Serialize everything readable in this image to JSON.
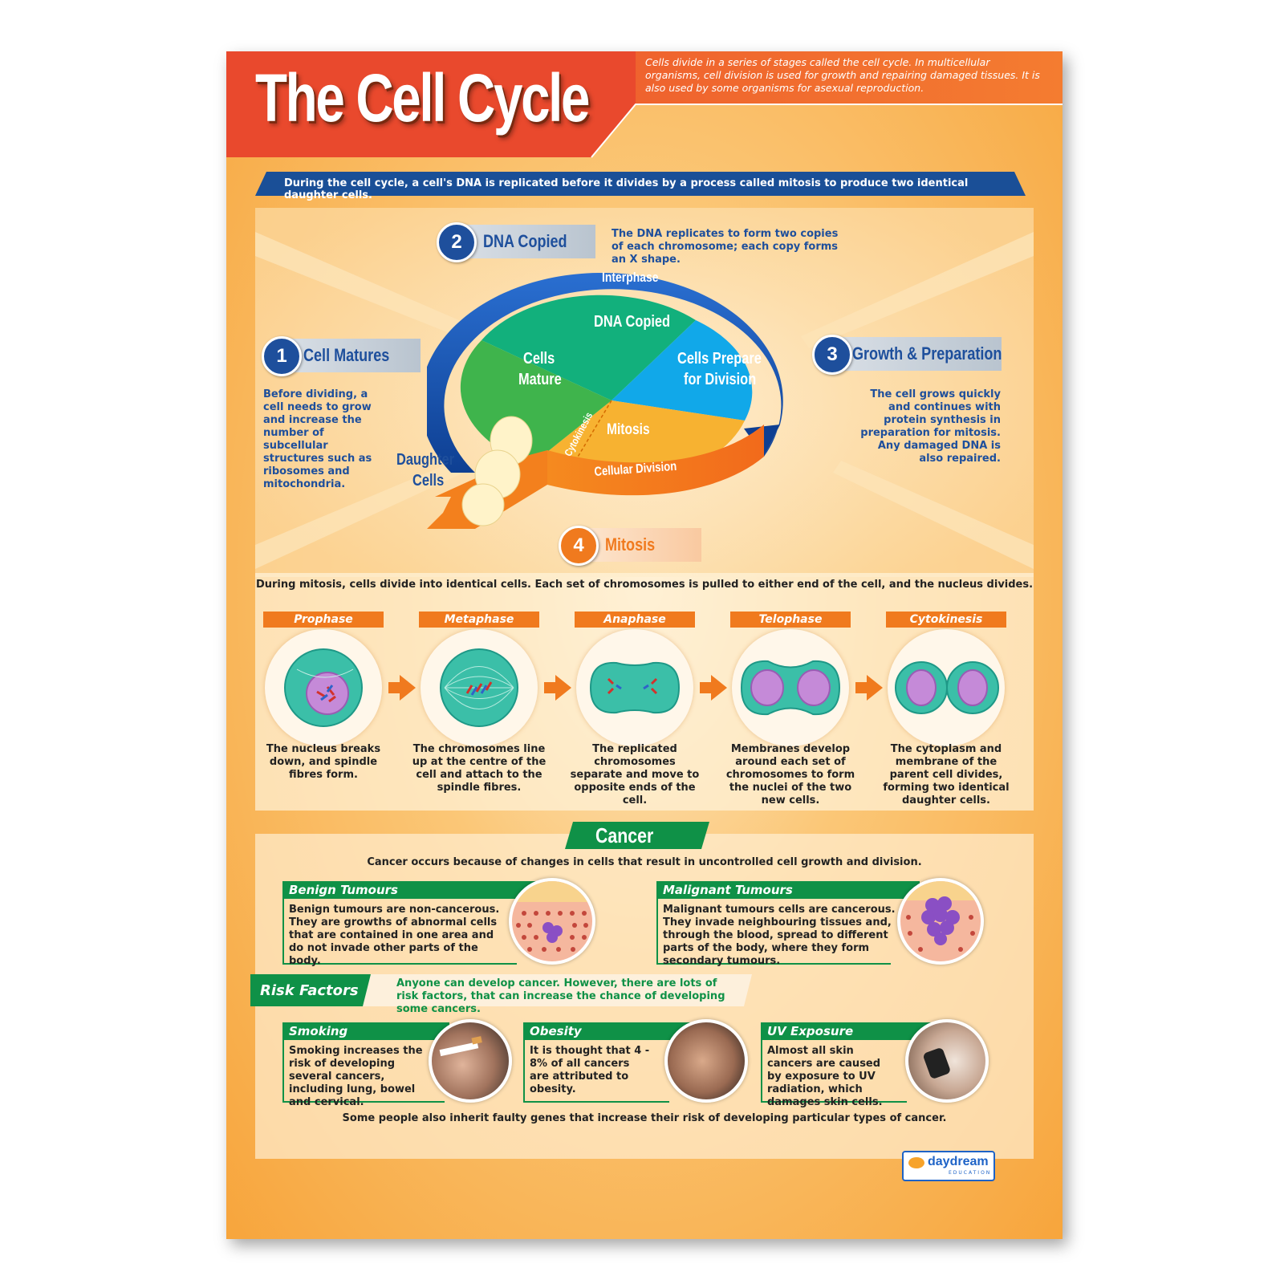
{
  "title": "The Cell Cycle",
  "intro": "Cells divide in a series of stages called the cell cycle. In multicellular organisms, cell division is used for growth and repairing damaged tissues. It is also used by some organisms for asexual reproduction.",
  "banner": "During the cell cycle, a cell's DNA is replicated before it divides by a process called mitosis to produce two identical daughter cells.",
  "steps": [
    {
      "num": "1",
      "label": "Cell Matures",
      "text": "Before dividing, a cell needs to grow and increase the number of subcellular structures such as ribosomes and mitochondria."
    },
    {
      "num": "2",
      "label": "DNA Copied",
      "text": "The DNA replicates to form two copies of each chromosome; each copy forms an X shape."
    },
    {
      "num": "3",
      "label": "Growth & Preparation",
      "text": "The cell grows quickly and continues with protein synthesis in preparation for mitosis. Any damaged DNA is also repaired."
    },
    {
      "num": "4",
      "label": "Mitosis"
    }
  ],
  "diagram": {
    "interphase": "Interphase",
    "dna_copied": "DNA Copied",
    "cells_mature_1": "Cells",
    "cells_mature_2": "Mature",
    "prepare_1": "Cells Prepare",
    "prepare_2": "for Division",
    "mitosis": "Mitosis",
    "cytokinesis": "Cytokinesis",
    "cellular_division": "Cellular Division",
    "daughter_1": "Daughter",
    "daughter_2": "Cells"
  },
  "mitosis_intro": "During mitosis, cells divide into identical cells. Each set of chromosomes is pulled to either end of the cell, and the nucleus divides.",
  "stages": [
    {
      "name": "Prophase",
      "text": "The nucleus breaks down, and spindle fibres form."
    },
    {
      "name": "Metaphase",
      "text": "The chromosomes line up at the centre of the cell and attach to the spindle fibres."
    },
    {
      "name": "Anaphase",
      "text": "The replicated chromosomes separate and move to opposite ends of the cell."
    },
    {
      "name": "Telophase",
      "text": "Membranes develop around each set of chromosomes to form the nuclei of the two new cells."
    },
    {
      "name": "Cytokinesis",
      "text": "The cytoplasm and membrane of the parent cell divides, forming two identical daughter cells."
    }
  ],
  "cancer": {
    "title": "Cancer",
    "intro": "Cancer occurs because of changes in cells that result in uncontrolled cell growth and division.",
    "benign_title": "Benign Tumours",
    "benign_text": "Benign tumours are non-cancerous. They are growths of abnormal cells that are contained in one area and do not invade other parts of the body.",
    "malignant_title": "Malignant Tumours",
    "malignant_text": "Malignant tumours cells are cancerous. They invade neighbouring tissues and, through the blood, spread to different parts of the body, where they form secondary tumours."
  },
  "risk": {
    "title": "Risk Factors",
    "intro": "Anyone can develop cancer. However, there are lots of risk factors, that can increase the chance of developing some cancers.",
    "items": [
      {
        "name": "Smoking",
        "text": "Smoking increases the risk of developing several cancers, including lung, bowel and cervical."
      },
      {
        "name": "Obesity",
        "text": "It is thought that 4 - 8% of all cancers are attributed to obesity."
      },
      {
        "name": "UV Exposure",
        "text": "Almost all skin cancers are caused by exposure to UV radiation, which damages skin cells."
      }
    ],
    "footer": "Some people also inherit faulty genes that increase their risk of developing particular types of cancer."
  },
  "brand": "daydream",
  "brand_sub": "EDUCATION"
}
